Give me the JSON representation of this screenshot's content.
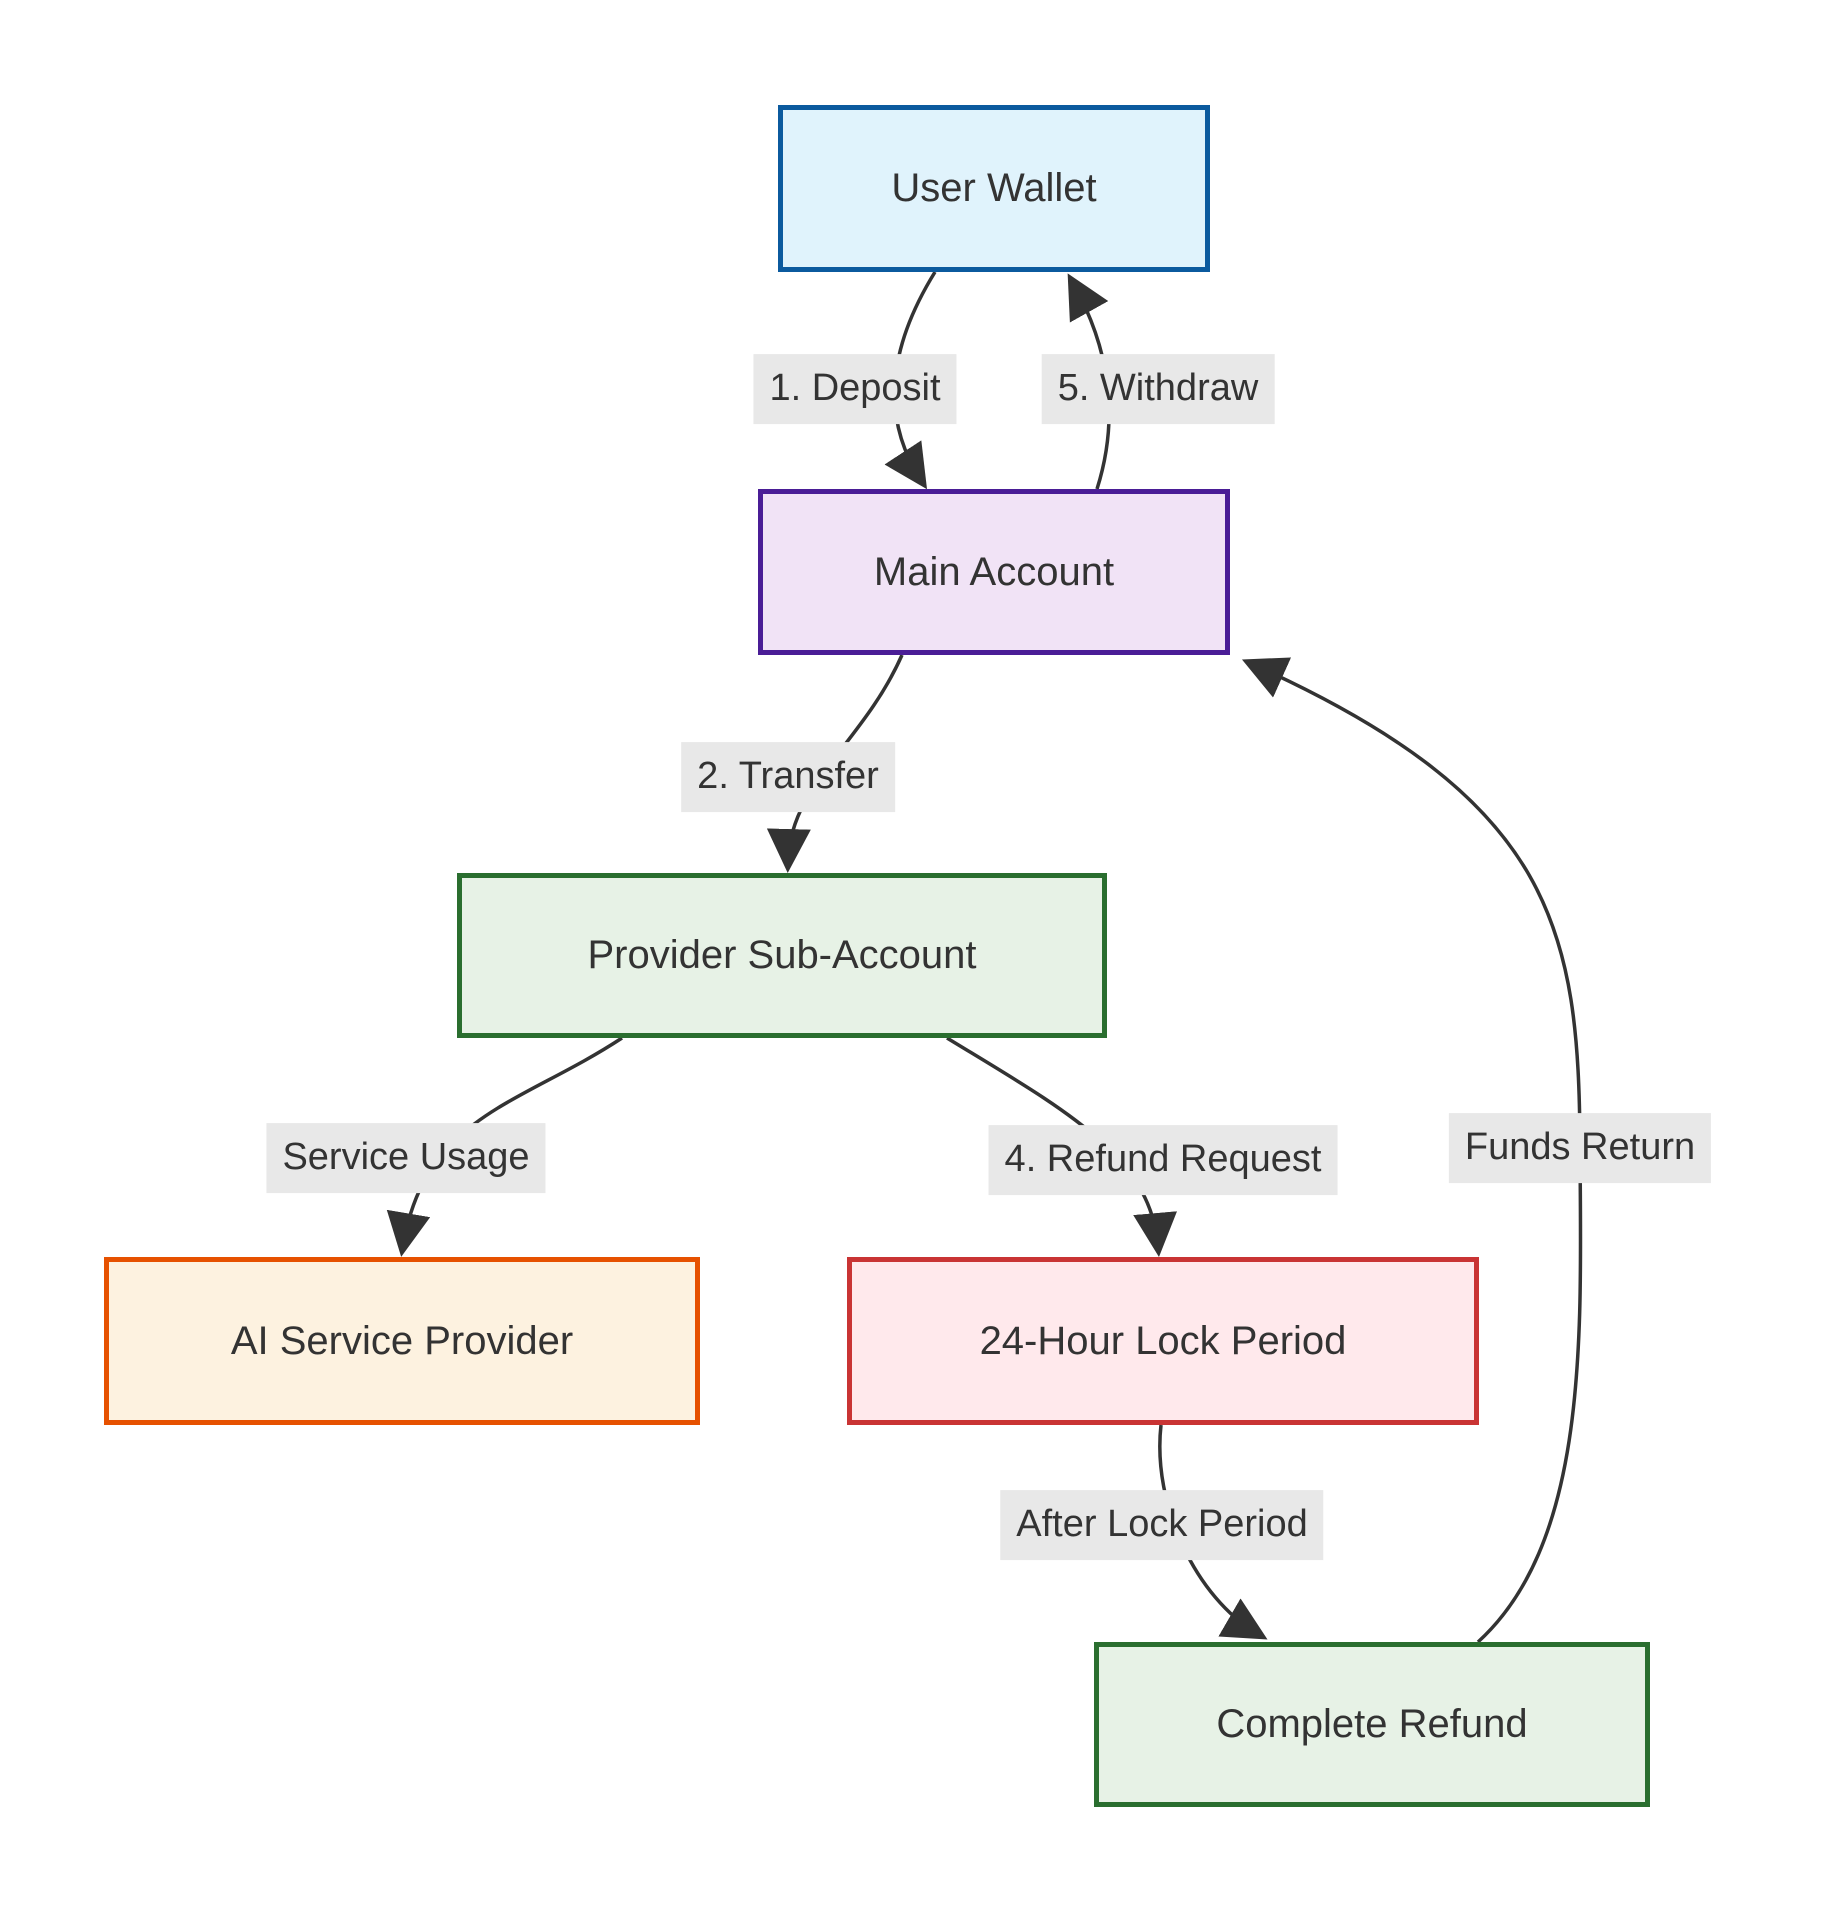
{
  "diagram": {
    "type": "flowchart",
    "direction": "top-down",
    "background": "#ffffff",
    "edge_color": "#333333",
    "label_bg": "#e8e8e8",
    "text_color": "#333333",
    "nodes": [
      {
        "id": "user-wallet",
        "label": "User Wallet",
        "fill": "#e0f3fc",
        "border": "#0b5a9e"
      },
      {
        "id": "main-account",
        "label": "Main Account",
        "fill": "#f1e3f6",
        "border": "#4a1d96"
      },
      {
        "id": "provider-sub-account",
        "label": "Provider Sub-Account",
        "fill": "#e7f2e6",
        "border": "#2a6e2f"
      },
      {
        "id": "ai-service-provider",
        "label": "AI Service Provider",
        "fill": "#fdf2e0",
        "border": "#e65100"
      },
      {
        "id": "lock-period",
        "label": "24-Hour Lock Period",
        "fill": "#ffe9ec",
        "border": "#c93434"
      },
      {
        "id": "complete-refund",
        "label": "Complete Refund",
        "fill": "#e7f2e6",
        "border": "#2a6e2f"
      }
    ],
    "edges": [
      {
        "from": "user-wallet",
        "to": "main-account",
        "label": "1. Deposit"
      },
      {
        "from": "main-account",
        "to": "user-wallet",
        "label": "5. Withdraw"
      },
      {
        "from": "main-account",
        "to": "provider-sub-account",
        "label": "2. Transfer"
      },
      {
        "from": "provider-sub-account",
        "to": "ai-service-provider",
        "label": "Service Usage"
      },
      {
        "from": "provider-sub-account",
        "to": "lock-period",
        "label": "4. Refund Request"
      },
      {
        "from": "lock-period",
        "to": "complete-refund",
        "label": "After Lock Period"
      },
      {
        "from": "complete-refund",
        "to": "main-account",
        "label": "Funds Return"
      }
    ]
  }
}
